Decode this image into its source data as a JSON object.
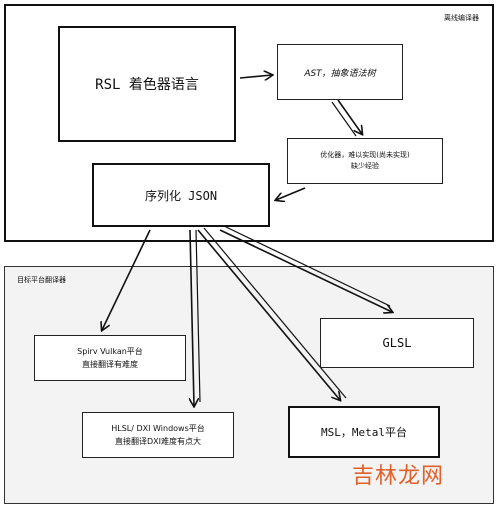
{
  "panels": {
    "top_label": "离线编译器",
    "bottom_label": "目标平台翻译器"
  },
  "nodes": {
    "rsl": "RSL 着色器语言",
    "ast": "AST，抽象语法树",
    "opt_line1": "优化器，难以实现(尚未实现)",
    "opt_line2": "缺少经验",
    "json": "序列化 JSON",
    "spirv_line1": "Spirv Vulkan平台",
    "spirv_line2": "直接翻译有难度",
    "hlsl_line1": "HLSL/ DXI Windows平台",
    "hlsl_line2": "直接翻译DXI难度有点大",
    "glsl": "GLSL",
    "msl": "MSL，Metal平台"
  },
  "watermark": "吉林龙网",
  "colors": {
    "stroke": "#111111",
    "bottom_panel_bg": "#f3f3f3",
    "watermark": "#e0602a"
  }
}
